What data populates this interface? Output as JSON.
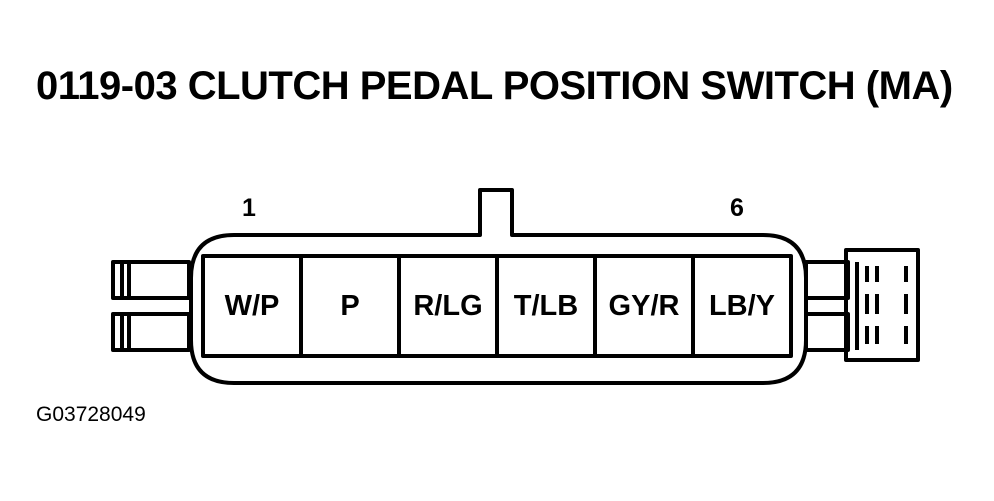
{
  "title": "0119-03 CLUTCH PEDAL POSITION SWITCH (MA)",
  "pin_labels": {
    "first": "1",
    "last": "6"
  },
  "cavities": [
    "W/P",
    "P",
    "R/LG",
    "T/LB",
    "GY/R",
    "LB/Y"
  ],
  "figure_id": "G03728049",
  "colors": {
    "line": "#000000",
    "background": "#ffffff"
  }
}
